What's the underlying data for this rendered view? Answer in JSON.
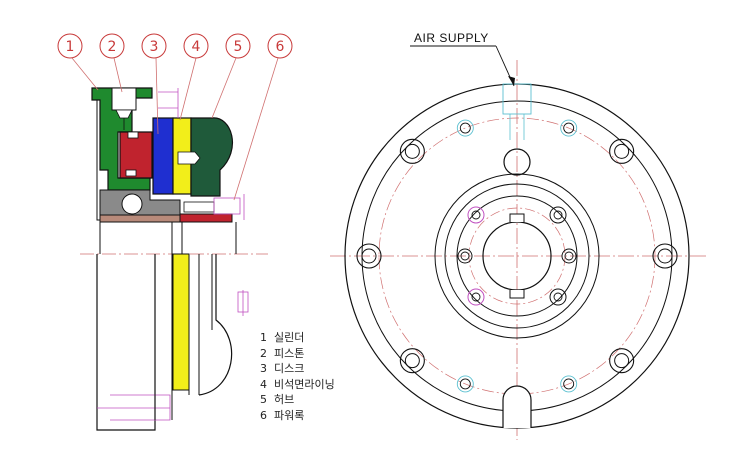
{
  "balloons": [
    "1",
    "2",
    "3",
    "4",
    "5",
    "6"
  ],
  "legend": [
    {
      "num": "1",
      "name": "실린더"
    },
    {
      "num": "2",
      "name": "피스톤"
    },
    {
      "num": "3",
      "name": "디스크"
    },
    {
      "num": "4",
      "name": "비석면라이닝"
    },
    {
      "num": "5",
      "name": "허브"
    },
    {
      "num": "6",
      "name": "파워록"
    }
  ],
  "air_supply_label": "AIR  SUPPLY",
  "colors": {
    "cylinder": "#1f8a2e",
    "piston": "#c0232e",
    "disc": "#1f2fd0",
    "lining": "#f2ee1a",
    "hub": "#1f5a3a",
    "balloon": "#c83a3a",
    "centerline": "#d07070",
    "hidden": "#c050c0"
  }
}
